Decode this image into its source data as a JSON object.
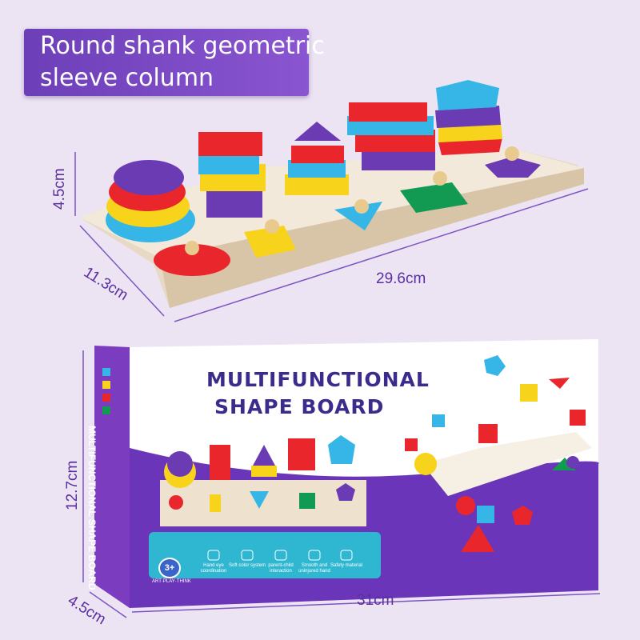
{
  "banner": {
    "line1": "Round shank geometric",
    "line2": "sleeve column"
  },
  "dimensions": {
    "board_height": "4.5cm",
    "board_depth": "11.3cm",
    "board_length": "29.6cm",
    "box_height": "12.7cm",
    "box_depth": "4.5cm",
    "box_length": "31cm"
  },
  "box": {
    "title_line1": "MULTIFUNCTIONAL",
    "title_line2": "SHAPE BOARD",
    "side_title": "MULTIFUNCTIONAL SHAPE BOARD",
    "age": "3+",
    "age_caption": "ART·PLAY·THINK",
    "features": [
      "Hand eye coordination",
      "Soft color system",
      "parent-child interaction",
      "Smooth and uninjured hand",
      "Safety material"
    ]
  },
  "colors": {
    "accent": "#6c3fb8",
    "background": "#ece4f3",
    "red": "#e8262c",
    "yellow": "#f7d31c",
    "blue": "#35b6e6",
    "purple": "#6b3bb3",
    "green": "#129a52"
  }
}
